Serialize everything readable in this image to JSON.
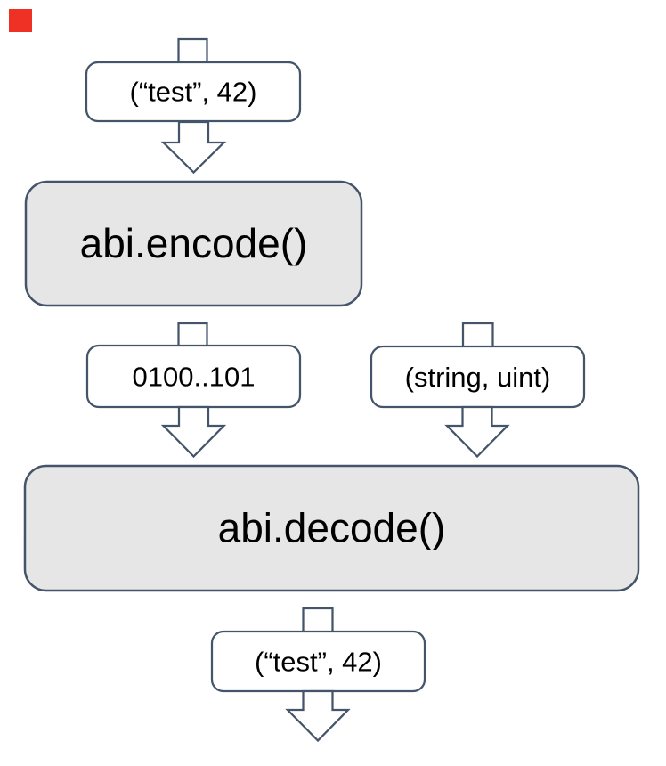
{
  "diagram": {
    "title": "abi encode decode flow",
    "colors": {
      "background": "#ffffff",
      "stroke": "#44546a",
      "process_fill": "#e7e6e6",
      "label_fill": "#ffffff",
      "text": "#000000",
      "marker": "#ee3124"
    },
    "nodes": [
      {
        "id": "input-tuple",
        "kind": "data-label",
        "label": "(“test”, 42)"
      },
      {
        "id": "encode-process",
        "kind": "process",
        "label": "abi.encode()"
      },
      {
        "id": "encoded-bytes",
        "kind": "data-label",
        "label": "0100..101"
      },
      {
        "id": "type-list",
        "kind": "data-label",
        "label": "(string, uint)"
      },
      {
        "id": "decode-process",
        "kind": "process",
        "label": "abi.decode()"
      },
      {
        "id": "output-tuple",
        "kind": "data-label",
        "label": "(“test”, 42)"
      }
    ],
    "edges": [
      {
        "from": "above",
        "to": "input-tuple"
      },
      {
        "from": "input-tuple",
        "to": "encode-process"
      },
      {
        "from": "encode-process",
        "to": "encoded-bytes"
      },
      {
        "from": "encoded-bytes",
        "to": "decode-process"
      },
      {
        "from": "above",
        "to": "type-list"
      },
      {
        "from": "type-list",
        "to": "decode-process"
      },
      {
        "from": "decode-process",
        "to": "output-tuple"
      },
      {
        "from": "output-tuple",
        "to": "below"
      }
    ]
  }
}
